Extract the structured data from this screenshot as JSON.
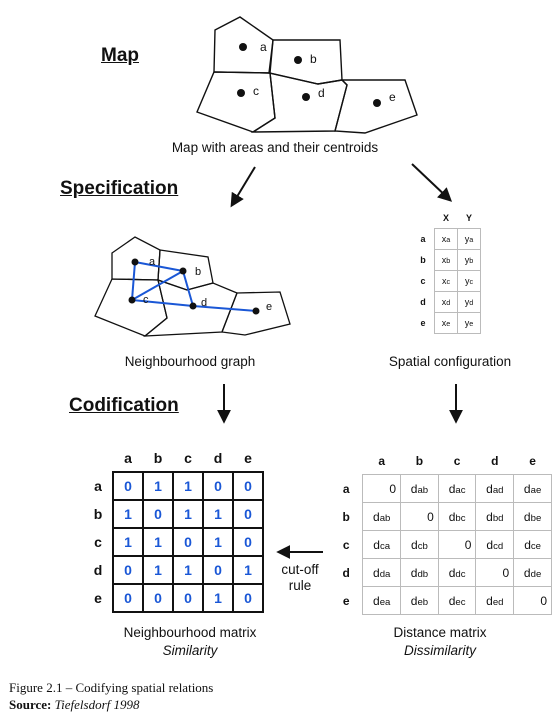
{
  "headings": {
    "map": "Map",
    "specification": "Specification",
    "codification": "Codification"
  },
  "captions": {
    "map": "Map with areas and their centroids",
    "graph": "Neighbourhood graph",
    "spatial": "Spatial configuration",
    "neighbourhood_matrix": "Neighbourhood matrix",
    "similarity": "Similarity",
    "distance_matrix": "Distance matrix",
    "dissimilarity": "Dissimilarity",
    "cutoff_line1": "cut-off",
    "cutoff_line2": "rule"
  },
  "areas": [
    "a",
    "b",
    "c",
    "d",
    "e"
  ],
  "spatial_configuration": {
    "headers": [
      "X",
      "Y"
    ],
    "rows": [
      {
        "label": "a",
        "x": "xa",
        "y": "ya"
      },
      {
        "label": "b",
        "x": "xb",
        "y": "yb"
      },
      {
        "label": "c",
        "x": "xc",
        "y": "yc"
      },
      {
        "label": "d",
        "x": "xd",
        "y": "yd"
      },
      {
        "label": "e",
        "x": "xe",
        "y": "ye"
      }
    ]
  },
  "neighbourhood_matrix": {
    "headers": [
      "a",
      "b",
      "c",
      "d",
      "e"
    ],
    "rows": [
      {
        "label": "a",
        "values": [
          "0",
          "1",
          "1",
          "0",
          "0"
        ]
      },
      {
        "label": "b",
        "values": [
          "1",
          "0",
          "1",
          "1",
          "0"
        ]
      },
      {
        "label": "c",
        "values": [
          "1",
          "1",
          "0",
          "1",
          "0"
        ]
      },
      {
        "label": "d",
        "values": [
          "0",
          "1",
          "1",
          "0",
          "1"
        ]
      },
      {
        "label": "e",
        "values": [
          "0",
          "0",
          "0",
          "1",
          "0"
        ]
      }
    ]
  },
  "distance_matrix": {
    "headers": [
      "a",
      "b",
      "c",
      "d",
      "e"
    ],
    "rows": [
      {
        "label": "a",
        "values": [
          "0",
          "dab",
          "dac",
          "dad",
          "dae"
        ]
      },
      {
        "label": "b",
        "values": [
          "dab",
          "0",
          "dbc",
          "dbd",
          "dbe"
        ]
      },
      {
        "label": "c",
        "values": [
          "dca",
          "dcb",
          "0",
          "dcd",
          "dce"
        ]
      },
      {
        "label": "d",
        "values": [
          "dda",
          "ddb",
          "ddc",
          "0",
          "dde"
        ]
      },
      {
        "label": "e",
        "values": [
          "dea",
          "deb",
          "dec",
          "ded",
          "0"
        ]
      }
    ]
  },
  "figure": {
    "caption": "Figure 2.1 – Codifying spatial relations",
    "source_label": "Source:",
    "source_text": "Tiefelsdorf 1998"
  }
}
